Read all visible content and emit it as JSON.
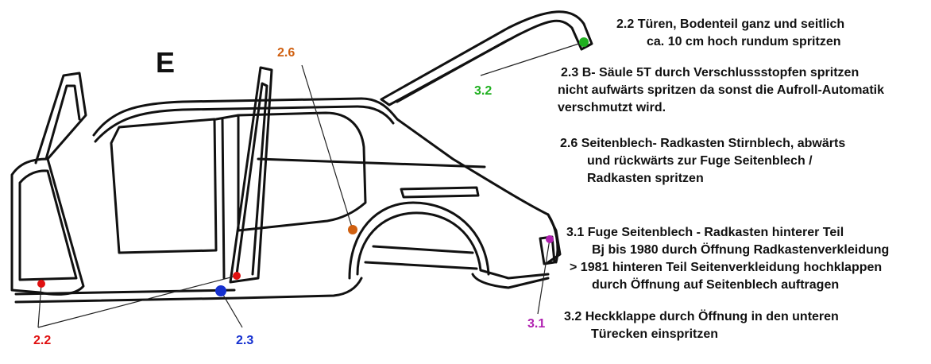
{
  "diagram": {
    "section_letter": "E",
    "markers": [
      {
        "id": "2.2",
        "label": "2.2",
        "color": "#e01010"
      },
      {
        "id": "2.3",
        "label": "2.3",
        "color": "#1530d0"
      },
      {
        "id": "2.6",
        "label": "2.6",
        "color": "#d06010"
      },
      {
        "id": "3.1",
        "label": "3.1",
        "color": "#b020b0"
      },
      {
        "id": "3.2",
        "label": "3.2",
        "color": "#20b020"
      }
    ],
    "notes": [
      {
        "id": "2.2",
        "lines": [
          "2.2  Türen, Bodenteil ganz und seitlich",
          "ca. 10 cm hoch rundum  spritzen"
        ]
      },
      {
        "id": "2.3",
        "lines": [
          "2.3  B- Säule 5T   durch Verschlussstopfen spritzen",
          "nicht aufwärts spritzen da sonst die Aufroll-Automatik",
          "verschmutzt wird."
        ]
      },
      {
        "id": "2.6",
        "lines": [
          "2.6  Seitenblech- Radkasten Stirnblech, abwärts",
          "und rückwärts zur Fuge Seitenblech /",
          "Radkasten spritzen"
        ]
      },
      {
        "id": "3.1",
        "lines": [
          "3.1  Fuge Seitenblech - Radkasten hinterer Teil",
          "Bj bis 1980 durch Öffnung Radkastenverkleidung",
          "> 1981 hinteren Teil Seitenverkleidung hochklappen",
          "durch Öffnung auf Seitenblech auftragen"
        ]
      },
      {
        "id": "3.2",
        "lines": [
          "3.2  Heckklappe durch Öffnung in den unteren",
          "Türecken einspritzen"
        ]
      }
    ]
  }
}
